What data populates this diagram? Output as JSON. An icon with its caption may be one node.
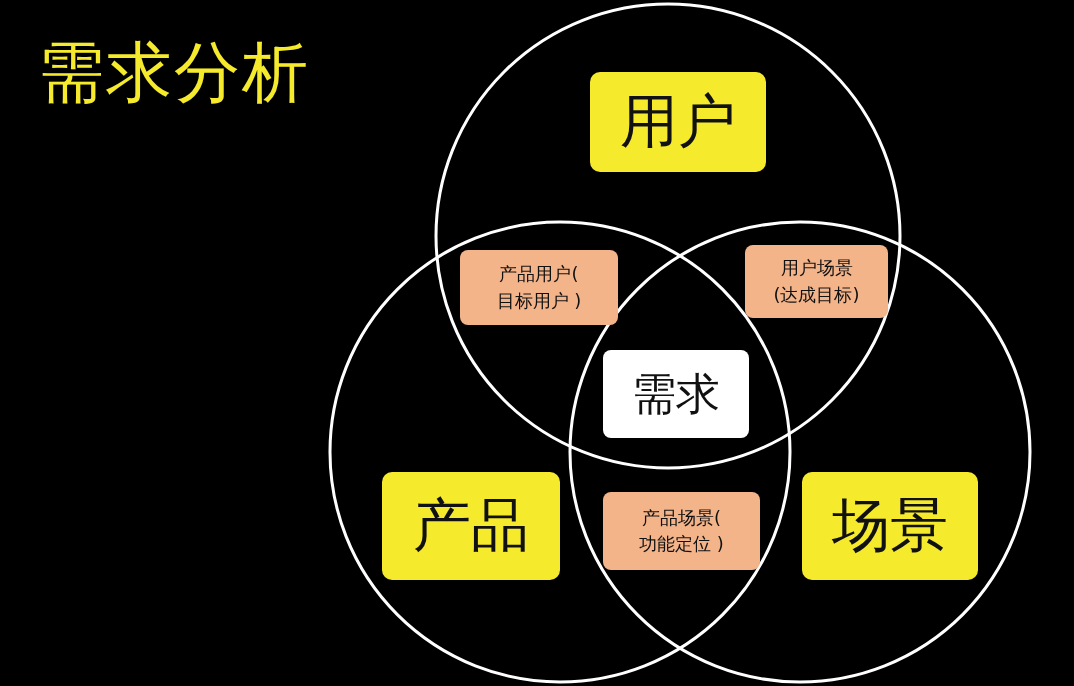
{
  "diagram": {
    "title": "需求分析",
    "nodes": [
      {
        "text": [
          "用户"
        ]
      },
      {
        "text": [
          "产品用户( 目标用户 )"
        ]
      },
      {
        "text": [
          "用户场景(达成目标)"
        ]
      },
      {
        "text": [
          "需求"
        ]
      },
      {
        "text": [
          "产品"
        ]
      },
      {
        "text": [
          "产品场景( 功能定位 )"
        ]
      },
      {
        "text": [
          "场景"
        ]
      }
    ],
    "edges": []
  }
}
